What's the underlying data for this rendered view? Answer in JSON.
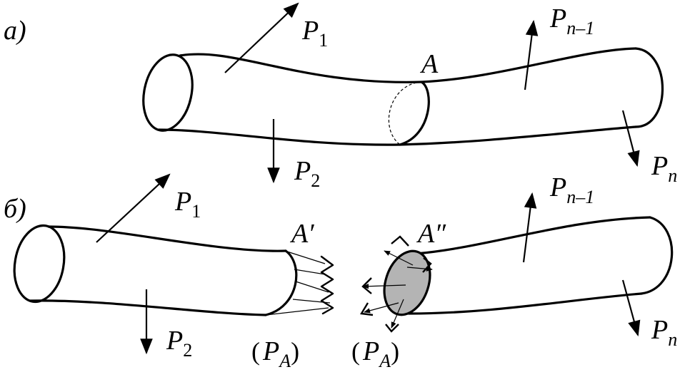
{
  "panels": {
    "a": {
      "label": "a)"
    },
    "b": {
      "label": "б)"
    }
  },
  "forces": {
    "P": "P",
    "sub_1": "1",
    "sub_2": "2",
    "sub_n": "n",
    "sub_n_minus_1": "n–1",
    "sub_A": "A"
  },
  "sections": {
    "A": "A",
    "A_prime": "A′",
    "A_double_prime": "A″"
  },
  "reaction": {
    "open": "(",
    "close": ")"
  }
}
